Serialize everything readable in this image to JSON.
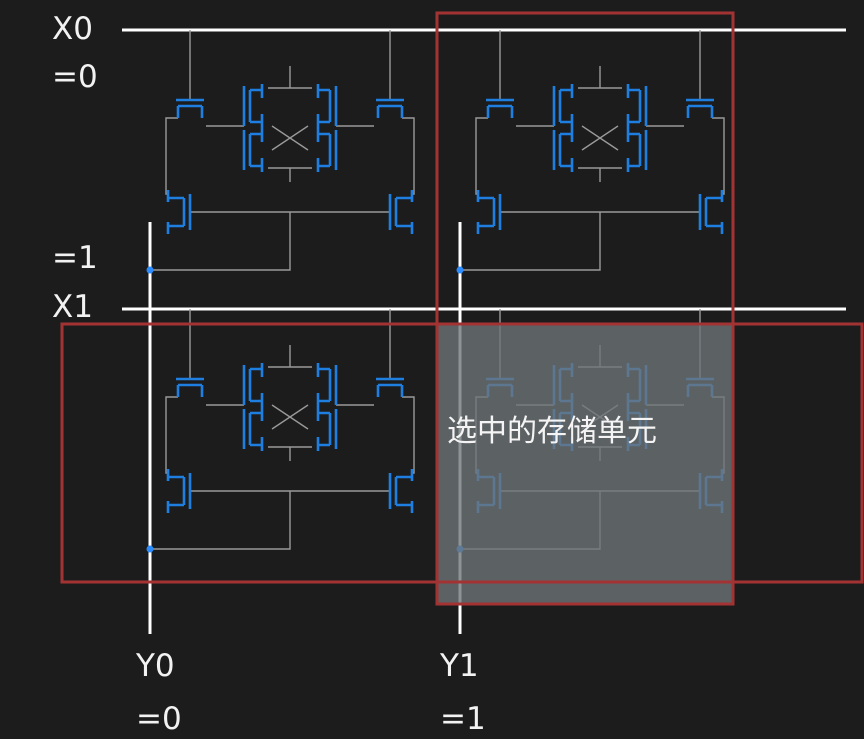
{
  "labels": {
    "x0": "X0",
    "x0_value": "=0",
    "x1_value": "=1",
    "x1": "X1",
    "y0": "Y0",
    "y0_value": "=0",
    "y1": "Y1",
    "y1_value": "=1"
  },
  "highlight": {
    "text": "选中的存储单元"
  },
  "colors": {
    "background": "#1c1c1c",
    "wire": "#ffffff",
    "thin_wire": "#9a9a9a",
    "transistor": "#1f7fe0",
    "selection_box": "#a33333",
    "overlay": "#6e7478"
  }
}
